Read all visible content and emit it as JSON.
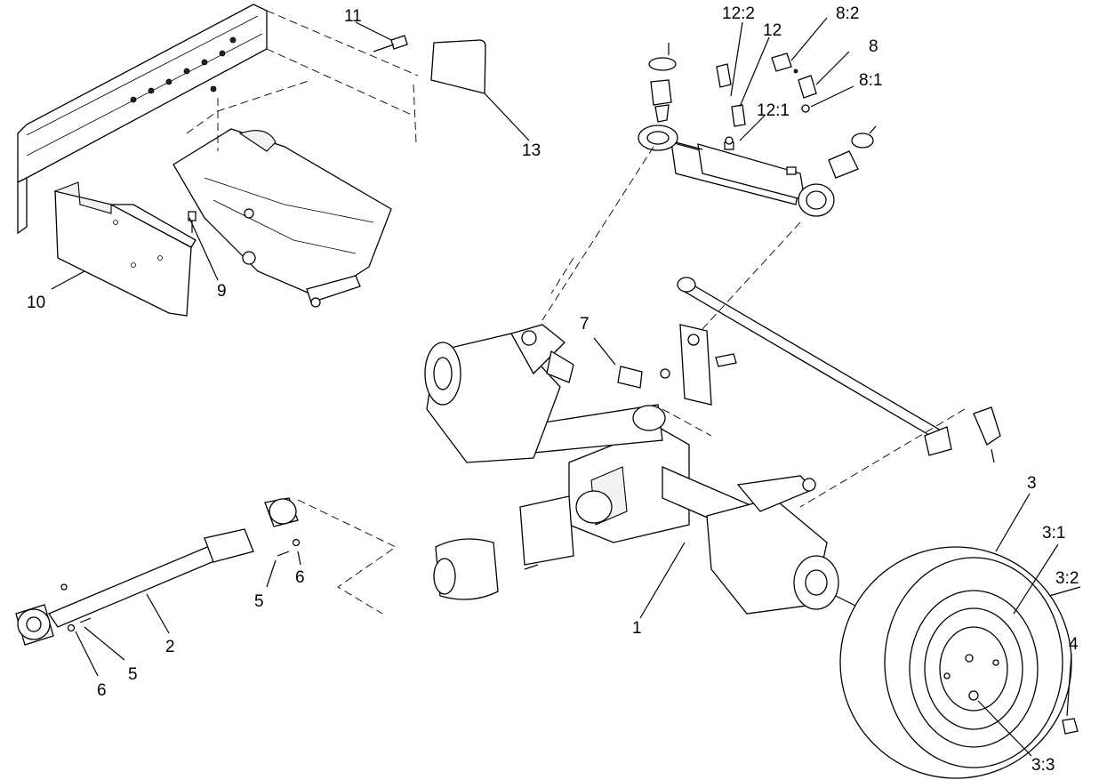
{
  "callouts": {
    "c1": "1",
    "c2": "2",
    "c3": "3",
    "c3_1": "3:1",
    "c3_2": "3:2",
    "c3_3": "3:3",
    "c4": "4",
    "c5a": "5",
    "c5b": "5",
    "c6a": "6",
    "c6b": "6",
    "c7": "7",
    "c8": "8",
    "c8_1": "8:1",
    "c8_2": "8:2",
    "c9": "9",
    "c10": "10",
    "c11": "11",
    "c12": "12",
    "c12_1": "12:1",
    "c12_2": "12:2",
    "c13": "13"
  }
}
